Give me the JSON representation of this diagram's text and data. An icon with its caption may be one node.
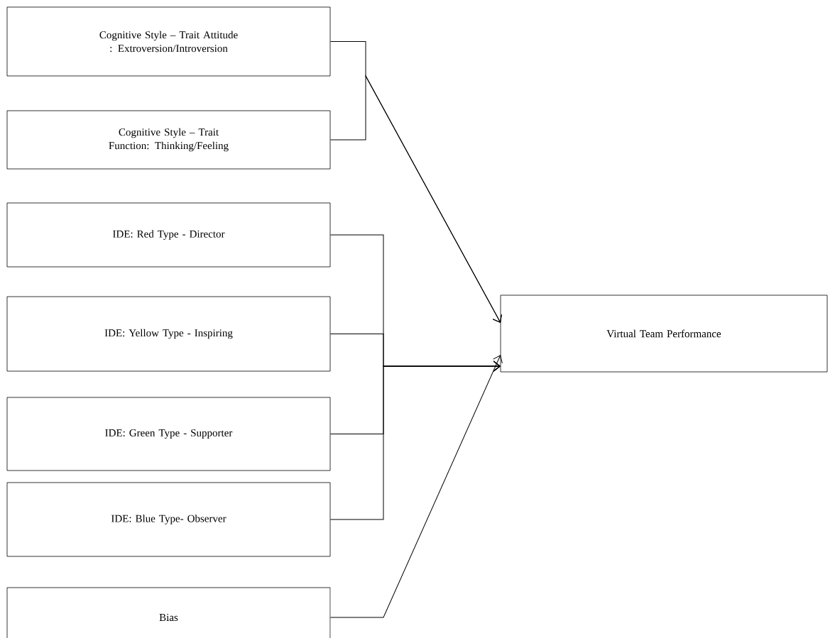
{
  "diagram": {
    "nodes": [
      {
        "text": [
          "Cognitive Style – Trait Attitude : Extroversion/Introversion"
        ]
      },
      {
        "text": [
          "Cognitive Style – Trait Function: Thinking/Feeling"
        ]
      },
      {
        "text": [
          "IDE: Red Type - Director"
        ]
      },
      {
        "text": [
          "IDE: Yellow Type - Inspiring"
        ]
      },
      {
        "text": [
          "IDE: Green Type - Supporter"
        ]
      },
      {
        "text": [
          "IDE: Blue Type- Observer"
        ]
      },
      {
        "text": [
          "Bias"
        ]
      },
      {
        "text": [
          "Virtual Team Performance"
        ]
      }
    ],
    "edges": [
      {
        "from": 0,
        "to": 7,
        "arrow": "to"
      },
      {
        "from": 1,
        "to": 7,
        "arrow": "to"
      },
      {
        "from": 2,
        "to": 7,
        "arrow": "to"
      },
      {
        "from": 3,
        "to": 7,
        "arrow": "to"
      },
      {
        "from": 4,
        "to": 7,
        "arrow": "to"
      },
      {
        "from": 5,
        "to": 7,
        "arrow": "to"
      },
      {
        "from": 6,
        "to": 7,
        "arrow": "to"
      }
    ]
  }
}
